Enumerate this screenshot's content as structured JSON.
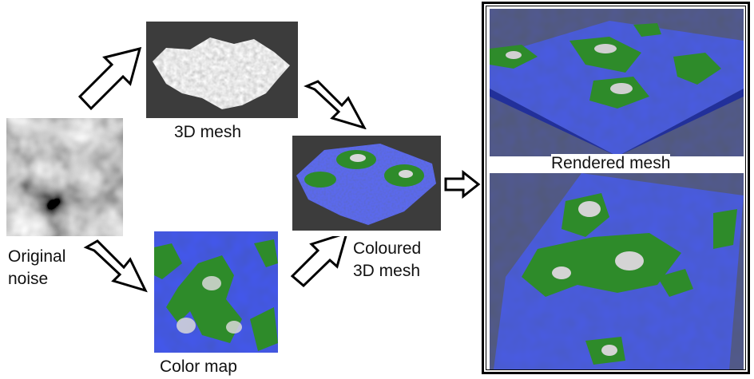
{
  "labels": {
    "original_noise": "Original\nnoise",
    "mesh_3d": "3D mesh",
    "color_map": "Color map",
    "coloured_mesh": "Coloured\n3D mesh",
    "rendered_mesh": "Rendered mesh"
  },
  "colors": {
    "panel_bg": "#3c3c3c",
    "water": "#2f3fd0",
    "land": "#2e8b2a",
    "peak": "#d8d8d8",
    "frame": "#000000"
  }
}
